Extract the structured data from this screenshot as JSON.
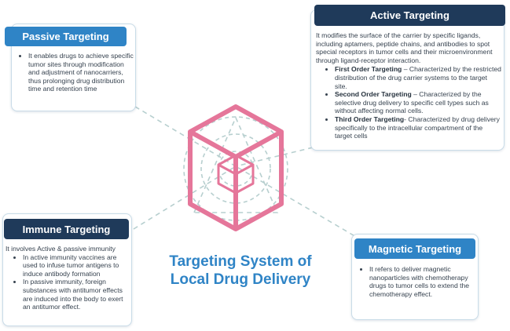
{
  "title": "Targeting System of Local Drug Delivery",
  "passive": {
    "header": "Passive Targeting",
    "bullets": [
      "It enables drugs to achieve specific tumor sites through modification and adjustment of nanocarriers, thus prolonging drug distribution time and retention time"
    ]
  },
  "active": {
    "header": "Active Targeting",
    "intro": "It modifies the surface of the carrier by specific ligands, including aptamers, peptide chains, and antibodies to spot special receptors in tumor cells and their microenvironment through ligand-receptor interaction.",
    "items": [
      {
        "term": "First Order Targeting",
        "text": " – Characterized by the restricted distribution of the drug carrier systems to the target site."
      },
      {
        "term": "Second Order Targeting",
        "text": " – Characterized by the selective drug delivery to specific cell types such as without affecting normal cells."
      },
      {
        "term": "Third Order Targeting",
        "text": "- Characterized by drug delivery specifically to the intracellular compartment of the target cells"
      }
    ]
  },
  "immune": {
    "header": "Immune Targeting",
    "intro": "It involves Active & passive immunity",
    "bullets": [
      "In active immunity vaccines are used to infuse tumor antigens to induce antibody formation",
      "In passive immunity, foreign substances with antitumor effects are induced into the body to exert an antitumor effect."
    ]
  },
  "magnetic": {
    "header": "Magnetic Targeting",
    "bullets": [
      "It refers to deliver magnetic nanoparticles with chemotherapy drugs to tumor cells to extend the chemotherapy effect."
    ]
  },
  "colors": {
    "accent": "#2f84c6",
    "navy": "#1f3a5a",
    "cube": "#e5769a",
    "connector": "#b7cfcf"
  }
}
